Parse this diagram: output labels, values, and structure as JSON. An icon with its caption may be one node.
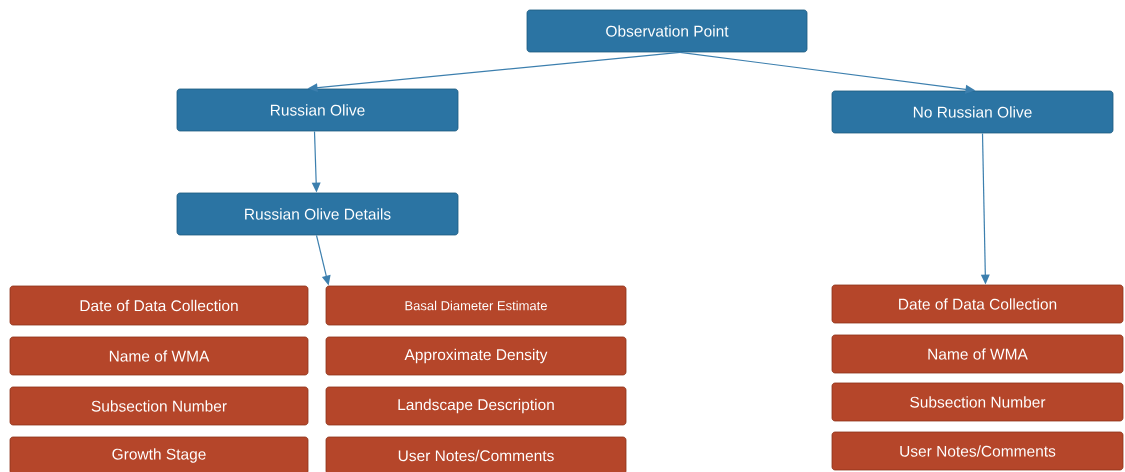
{
  "diagram": {
    "nodes": [
      {
        "text": [
          "Observation Point"
        ]
      },
      {
        "text": [
          "Russian Olive"
        ]
      },
      {
        "text": [
          "No Russian Olive"
        ]
      },
      {
        "text": [
          "Russian Olive Details"
        ]
      },
      {
        "text": [
          "Date of Data Collection"
        ]
      },
      {
        "text": [
          "Basal Diameter Estimate"
        ]
      },
      {
        "text": [
          "Name of WMA"
        ]
      },
      {
        "text": [
          "Approximate Density"
        ]
      },
      {
        "text": [
          "Subsection Number"
        ]
      },
      {
        "text": [
          "Landscape Description"
        ]
      },
      {
        "text": [
          "Growth Stage"
        ]
      },
      {
        "text": [
          "User Notes/Comments"
        ]
      },
      {
        "text": [
          "Date of Data Collection"
        ]
      },
      {
        "text": [
          "Name of WMA"
        ]
      },
      {
        "text": [
          "Subsection Number"
        ]
      },
      {
        "text": [
          "User Notes/Comments"
        ]
      }
    ],
    "edges": [
      {
        "from": 0,
        "to": 1,
        "arrow": "to"
      },
      {
        "from": 0,
        "to": 2,
        "arrow": "to"
      },
      {
        "from": 1,
        "to": 3,
        "arrow": "to"
      },
      {
        "from": 3,
        "to": 5,
        "arrow": "to"
      },
      {
        "from": 2,
        "to": 12,
        "arrow": "to"
      }
    ]
  }
}
